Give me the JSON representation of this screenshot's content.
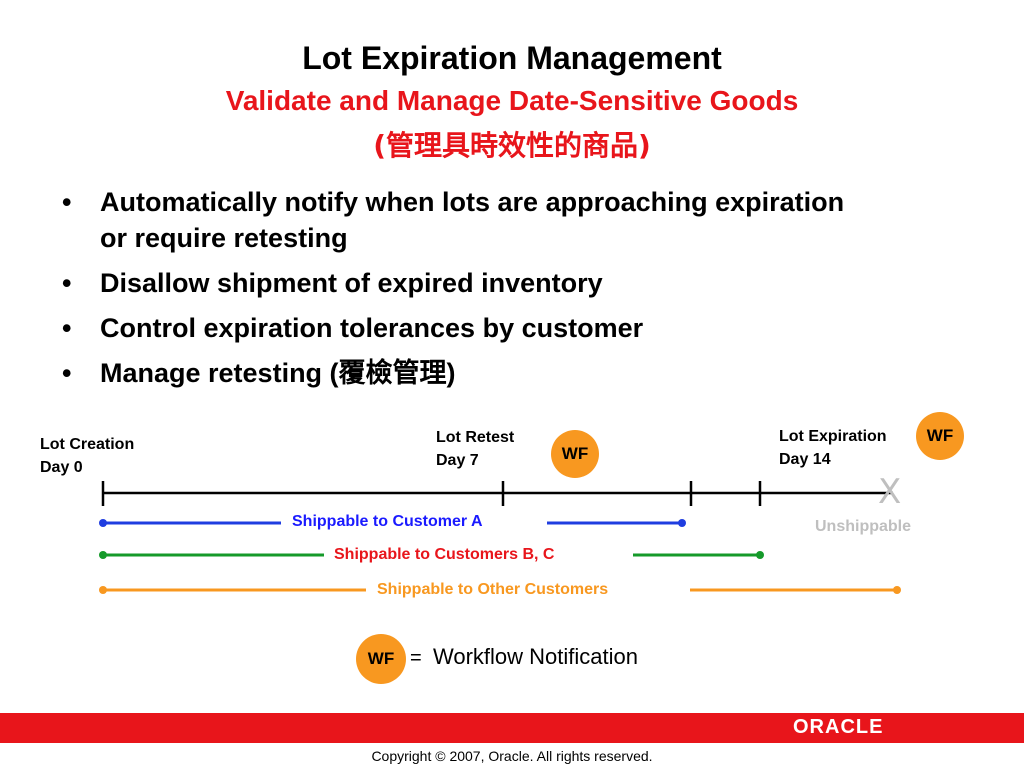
{
  "title": "Lot Expiration Management",
  "subtitle": "Validate and Manage Date-Sensitive Goods",
  "subtitle_zh": "(管理具時效性的商品)",
  "bullets": [
    "Automatically notify when lots are approaching expiration or require retesting",
    "Disallow shipment of expired inventory",
    "Control expiration tolerances by customer",
    "Manage retesting (覆檢管理)"
  ],
  "bullet_char": "•",
  "timeline": {
    "creation_label": "Lot Creation",
    "creation_day": "Day 0",
    "retest_label": "Lot Retest",
    "retest_day": "Day 7",
    "expiration_label": "Lot Expiration",
    "expiration_day": "Day 14",
    "wf_badge": "WF",
    "end_mark": "X",
    "unshippable": "Unshippable"
  },
  "segments": [
    {
      "label": "Shippable to Customer A",
      "color": "#1a1aff"
    },
    {
      "label": "Shippable to Customers B, C",
      "color": "#e8151b"
    },
    {
      "label": "Shippable to Other Customers",
      "color": "#f89820"
    }
  ],
  "segment_line_colors": [
    "#1f3de0",
    "#159a2a",
    "#f89820"
  ],
  "legend": {
    "badge": "WF",
    "equals": "=",
    "text": "Workflow Notification"
  },
  "footer": {
    "logo": "ORACLE",
    "copyright": "Copyright © 2007, Oracle. All rights reserved."
  },
  "colors": {
    "accent_red": "#e8151b",
    "wf_orange": "#f89820",
    "unshippable_gray": "#bfbfbf"
  }
}
